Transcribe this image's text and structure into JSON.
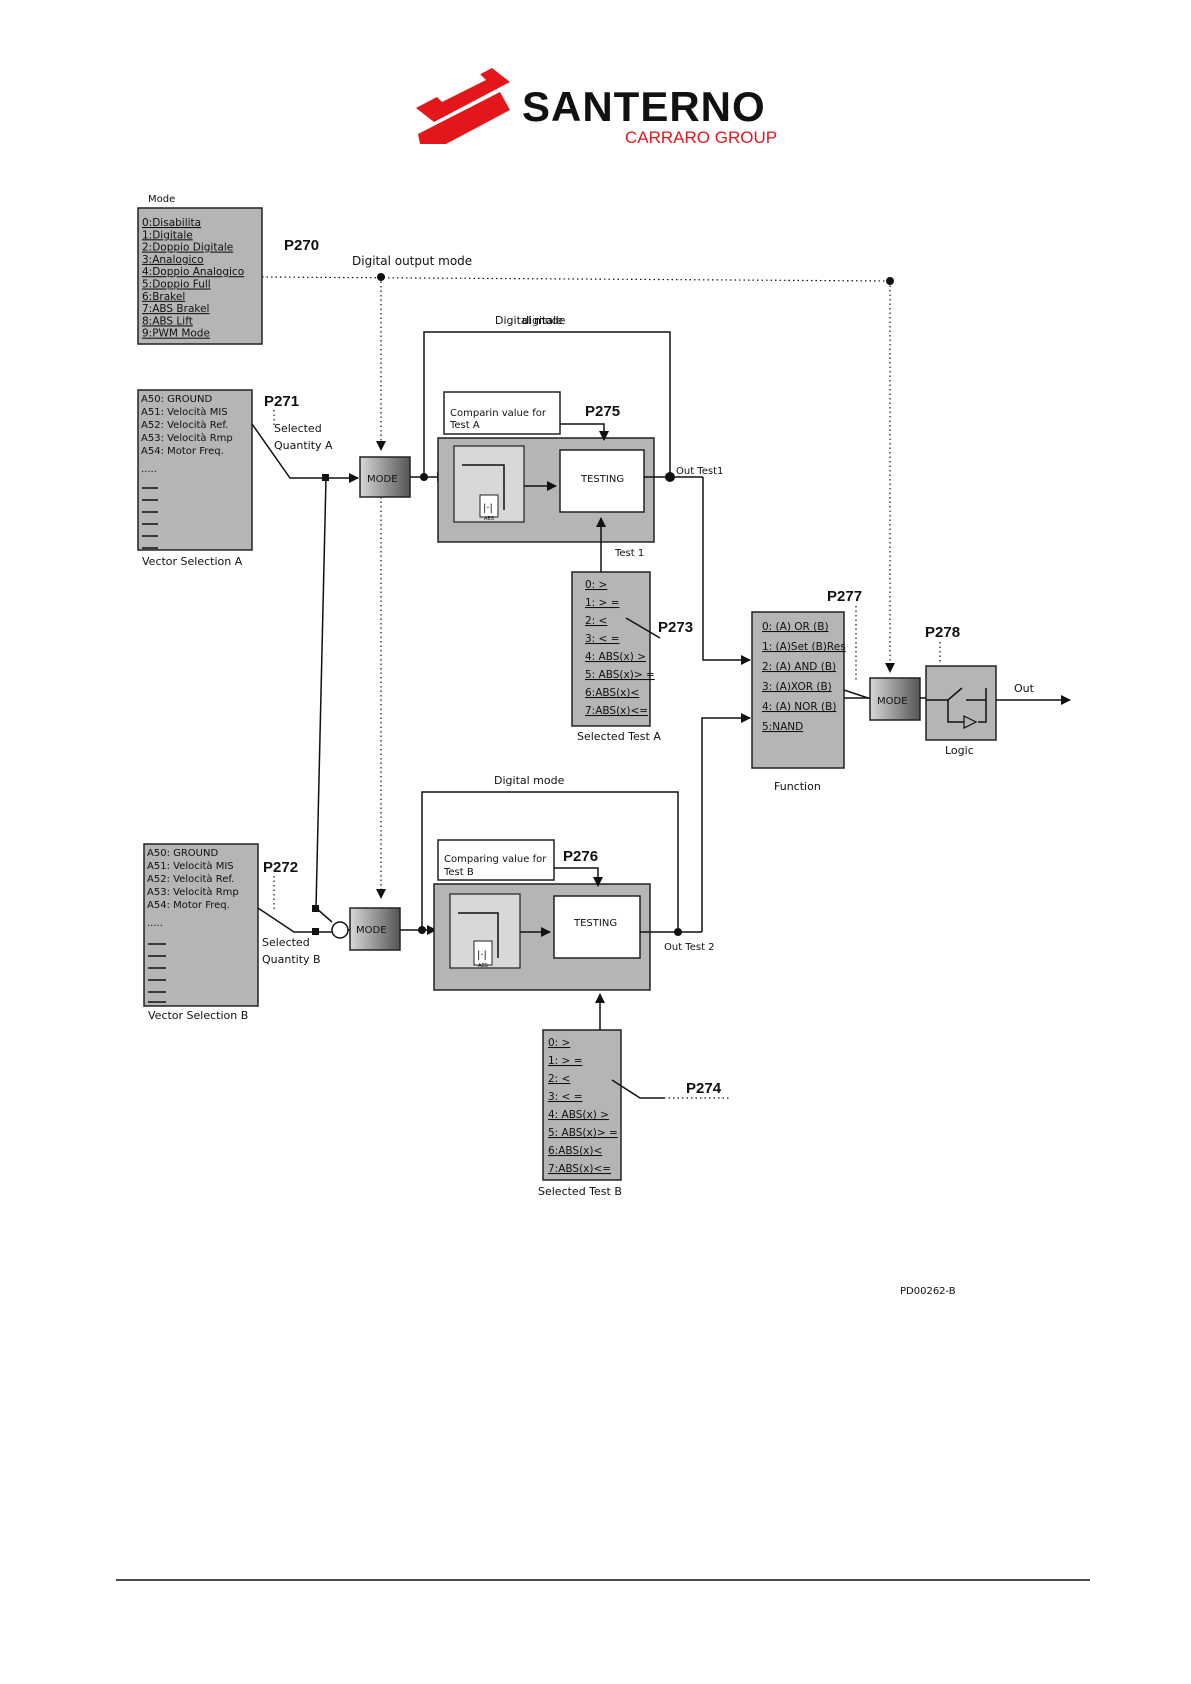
{
  "logo": {
    "name": "SANTERNO",
    "group": "CARRARO GROUP",
    "brand_color": "#e3161b"
  },
  "mode_box": {
    "caption": "Mode",
    "items": [
      "0:Disabilita",
      "1:Digitale",
      "2:Doppio Digitale",
      "3:Analogico",
      "4:Doppio Analogico",
      "5:Doppio Full",
      "6:Brakel",
      "7:ABS Brakel",
      "8:ABS Lift",
      "9:PWM Mode"
    ]
  },
  "params": {
    "p270": "P270",
    "p271": "P271",
    "p272": "P272",
    "p273": "P273",
    "p274": "P274",
    "p275": "P275",
    "p276": "P276",
    "p277": "P277",
    "p278": "P278"
  },
  "labels": {
    "digital_output_mode": "Digital output mode",
    "digital_mode_top": "Digital mode",
    "digital_mode_overlay": "digitale",
    "digital_mode_bottom": "Digital mode",
    "selected_quantity_a": [
      "Selected",
      "Quantity A"
    ],
    "selected_quantity_b": [
      "Selected",
      "Quantity B"
    ],
    "compare_a": [
      "Comparin value for",
      "Test A"
    ],
    "compare_b": [
      "Comparing value for",
      "Test B"
    ],
    "mode": "MODE",
    "testing": "TESTING",
    "out_test1": "Out Test1",
    "out_test2": "Out Test 2",
    "test1": "Test 1",
    "selected_test_a": "Selected Test A",
    "selected_test_b": "Selected Test B",
    "function": "Function",
    "logic": "Logic",
    "out": "Out",
    "vector_selection_a": "Vector Selection A",
    "vector_selection_b": "Vector Selection B",
    "code": "PD00262-B",
    "abs": "ABS"
  },
  "vector_a": {
    "items": [
      "A50: GROUND",
      "A51: Velocità MIS",
      "A52: Velocità Ref.",
      "A53: Velocità Rmp",
      "A54: Motor Freq."
    ],
    "ellipsis": "....."
  },
  "vector_b": {
    "items": [
      "A50: GROUND",
      "A51: Velocità MIS",
      "A52: Velocità Ref.",
      "A53: Velocità Rmp",
      "A54: Motor Freq."
    ],
    "ellipsis": "....."
  },
  "test_a": {
    "items": [
      "0:    >",
      "1: > =",
      "2:    <",
      "3: < =",
      "4: ABS(x) >",
      "5: ABS(x)> =",
      "6:ABS(x)<",
      "7:ABS(x)<="
    ]
  },
  "test_b": {
    "items": [
      "0:    >",
      "1: > =",
      "2:    <",
      "3: < =",
      "4: ABS(x) >",
      "5: ABS(x)> =",
      "6:ABS(x)<",
      "7:ABS(x)<="
    ]
  },
  "function_box": {
    "items": [
      "0: (A) OR (B)",
      "1: (A)Set (B)Res",
      "2: (A) AND (B)",
      "3: (A)XOR (B)",
      "4: (A) NOR (B)",
      "5:NAND"
    ]
  }
}
